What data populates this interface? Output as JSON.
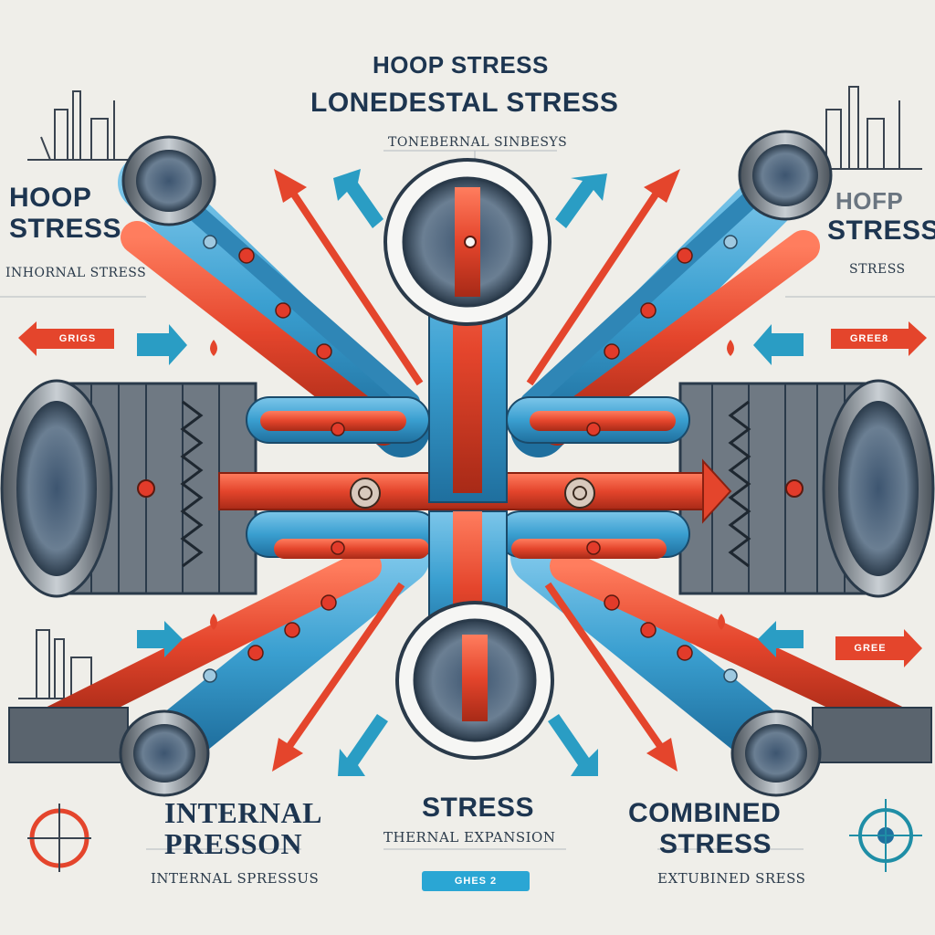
{
  "labels": {
    "top_title_1": "HOOP STRESS",
    "top_title_2": "LONEDESTAL STRESS",
    "top_subtitle": "TONEBERNAL SINBESYS",
    "left_title": "HOOP STRESS",
    "left_sub": "INHORNAL STRESS",
    "right_title_1": "HOFP",
    "right_title_2": "STRESS",
    "right_sub": "STRESS",
    "bottom_left_title_1": "INTERNAL",
    "bottom_left_title_2": "PRESSON",
    "bottom_left_sub": "INTERNAL SPRESSUS",
    "bottom_center_title": "STRESS",
    "bottom_center_sub": "THERNAL EXPANSION",
    "bottom_center_tag": "GHES 2",
    "bottom_right_title_1": "COMBINED",
    "bottom_right_title_2": "STRESS",
    "bottom_right_sub": "EXTUBINED SRESS",
    "left_tag": "GRIGS",
    "right_tag": "GREE8",
    "right_lower_tag": "GREE"
  },
  "colors": {
    "background": "#efeee9",
    "red_pipe": "#e4452c",
    "blue_pipe": "#3a9fd0",
    "steel": "#6b7580",
    "navy": "#1d3550",
    "cyan_arrow": "#2a9dc4"
  },
  "icons": [
    "gauge-icon",
    "crosshair-icon",
    "refinery-icon"
  ]
}
